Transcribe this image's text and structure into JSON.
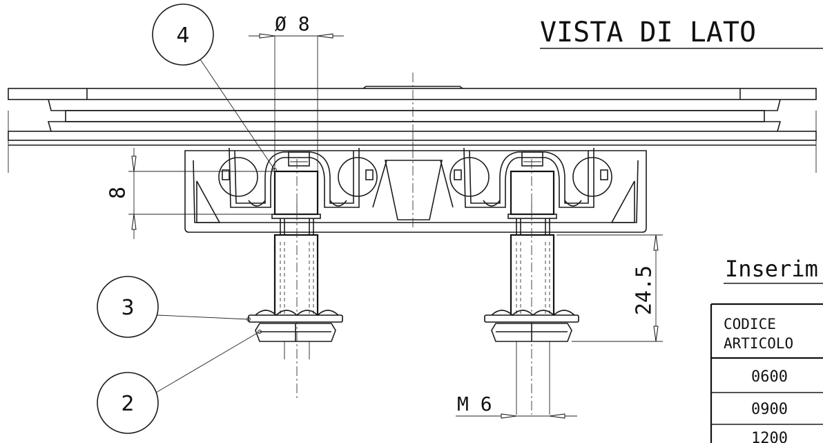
{
  "title": "VISTA DI LATO",
  "dimensions": {
    "diameter": "Ø 8",
    "height_8": "8",
    "length_24_5": "24.5",
    "thread": "M 6"
  },
  "balloons": [
    "4",
    "3",
    "2"
  ],
  "table": {
    "caption": "Inserim",
    "header_line1": "CODICE",
    "header_line2": "ARTICOLO",
    "rows": [
      "0600",
      "0900",
      "1200"
    ]
  }
}
